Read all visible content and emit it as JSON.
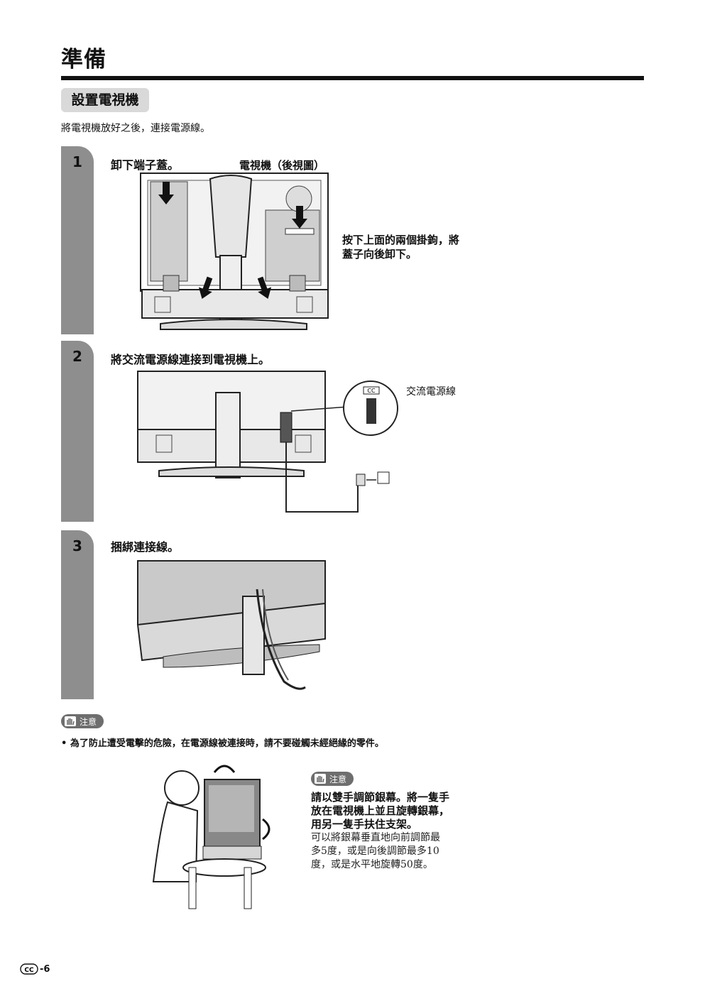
{
  "page": {
    "title": "準備"
  },
  "section": {
    "title": "設置電視機",
    "intro": "將電視機放好之後，連接電源線。"
  },
  "steps": [
    {
      "number": "1",
      "heading": "卸下端子蓋。",
      "figure_label": "電視機（後視圖）",
      "callout": [
        "按下上面的兩個掛鉤，將",
        "蓋子向後卸下。"
      ]
    },
    {
      "number": "2",
      "heading": "將交流電源線連接到電視機上。",
      "callout": "交流電源線",
      "inset_badge": "CC"
    },
    {
      "number": "3",
      "heading": "捆綁連接線。"
    }
  ],
  "caution": {
    "label": "注意",
    "bullet": "為了防止遭受電擊的危險，在電源線被連接時，請不要碰觸未經絕緣的零件。"
  },
  "note": {
    "label": "注意",
    "bold": [
      "請以雙手調節銀幕。將一隻手",
      "放在電視機上並且旋轉銀幕，",
      "用另一隻手扶住支架。"
    ],
    "body": [
      "可以將銀幕垂直地向前調節最",
      "多5度，或是向後調節最多10",
      "度，或是水平地旋轉50度。"
    ]
  },
  "footer": {
    "badge": "CC",
    "page_number": "-6"
  }
}
